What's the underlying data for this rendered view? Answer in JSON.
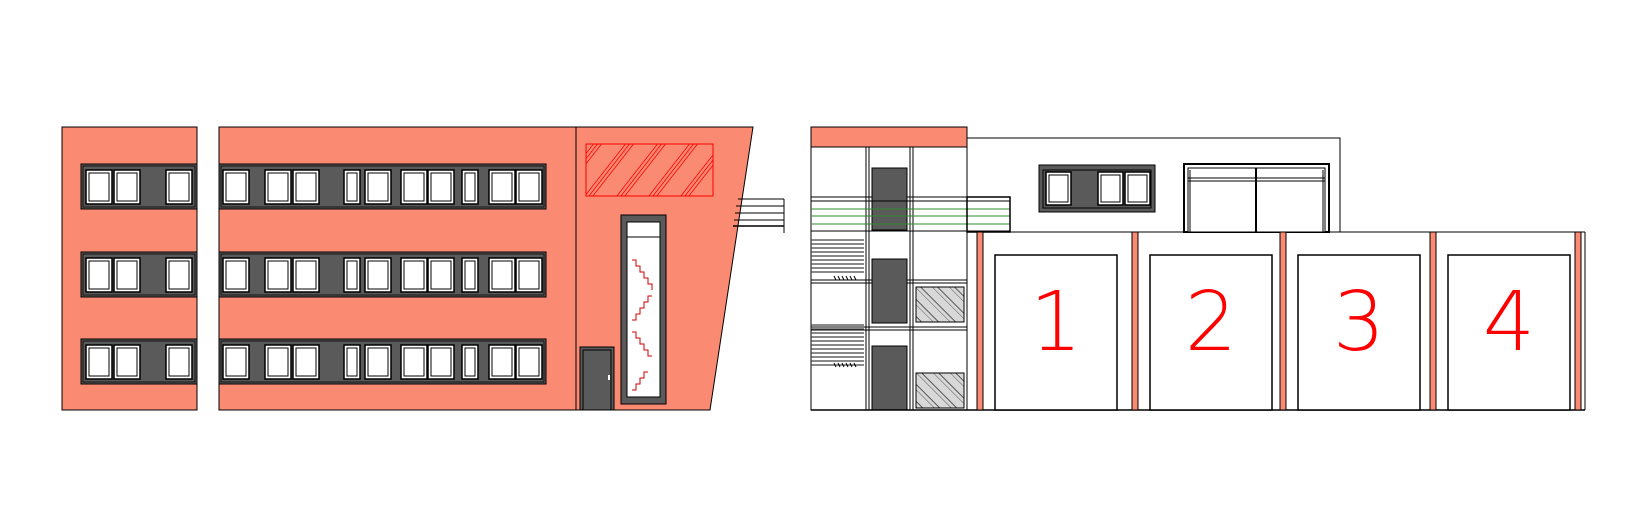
{
  "palette": {
    "facade": "#FA8A72",
    "band": "#5A5A5A",
    "line": "#000000",
    "hatch": "#FF0000",
    "railing_green": "#2E8B2E",
    "background": "#FFFFFF"
  },
  "garage_labels": [
    "1",
    "2",
    "3",
    "4"
  ]
}
